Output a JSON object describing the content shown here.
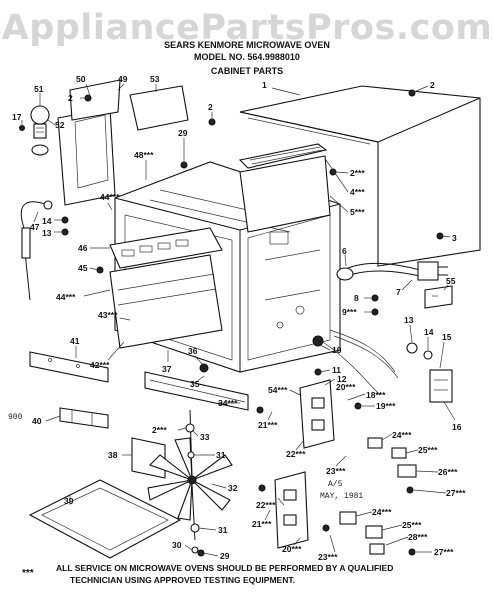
{
  "watermark": "AppliancePartsPros.com",
  "header": {
    "line1": "SEARS KENMORE MICROWAVE OVEN",
    "line2": "MODEL NO. 564.9988010",
    "line3": "CABINET PARTS"
  },
  "footer": {
    "stars": "***",
    "line1": "ALL SERVICE ON MICROWAVE OVENS SHOULD BE PERFORMED BY A QUALIFIED",
    "line2": "TECHNICIAN USING APPROVED TESTING EQUIPMENT."
  },
  "notes": {
    "revision_line1": "A/5",
    "revision_line2": "MAY, 1981",
    "margin_mark": "900"
  },
  "callouts": {
    "c1": "1",
    "c2a": "2",
    "c2b": "2",
    "c2c": "2",
    "c2d": "2***",
    "c3": "3",
    "c4": "4***",
    "c5": "5***",
    "c6": "6",
    "c7": "7",
    "c8": "8",
    "c9": "9***",
    "c10": "10",
    "c11": "11",
    "c12": "12",
    "c13a": "13",
    "c13b": "13",
    "c14a": "14",
    "c14b": "14",
    "c15": "15",
    "c16": "16",
    "c17": "17",
    "c18": "18***",
    "c19": "19***",
    "c20a": "20***",
    "c20b": "20***",
    "c21a": "21***",
    "c21b": "21***",
    "c22a": "22***",
    "c22b": "22***",
    "c23a": "23***",
    "c23b": "23***",
    "c24a": "24***",
    "c24b": "24***",
    "c25a": "25***",
    "c25b": "25***",
    "c26": "26***",
    "c27a": "27***",
    "c27b": "27***",
    "c28": "28***",
    "c29a": "29",
    "c29b": "29",
    "c30": "30",
    "c31a": "31",
    "c31b": "31",
    "c32": "32",
    "c33": "33",
    "c34": "34***",
    "c35": "35",
    "c36": "36",
    "c37": "37",
    "c38": "38",
    "c39": "39",
    "c40": "40",
    "c41": "41",
    "c42": "42***",
    "c43": "43***",
    "c44a": "44***",
    "c44b": "44***",
    "c45": "45",
    "c46": "46",
    "c47": "47",
    "c48": "48***",
    "c49": "49",
    "c50": "50",
    "c51": "51",
    "c52": "52",
    "c53": "53",
    "c54": "54***",
    "c55": "55"
  }
}
